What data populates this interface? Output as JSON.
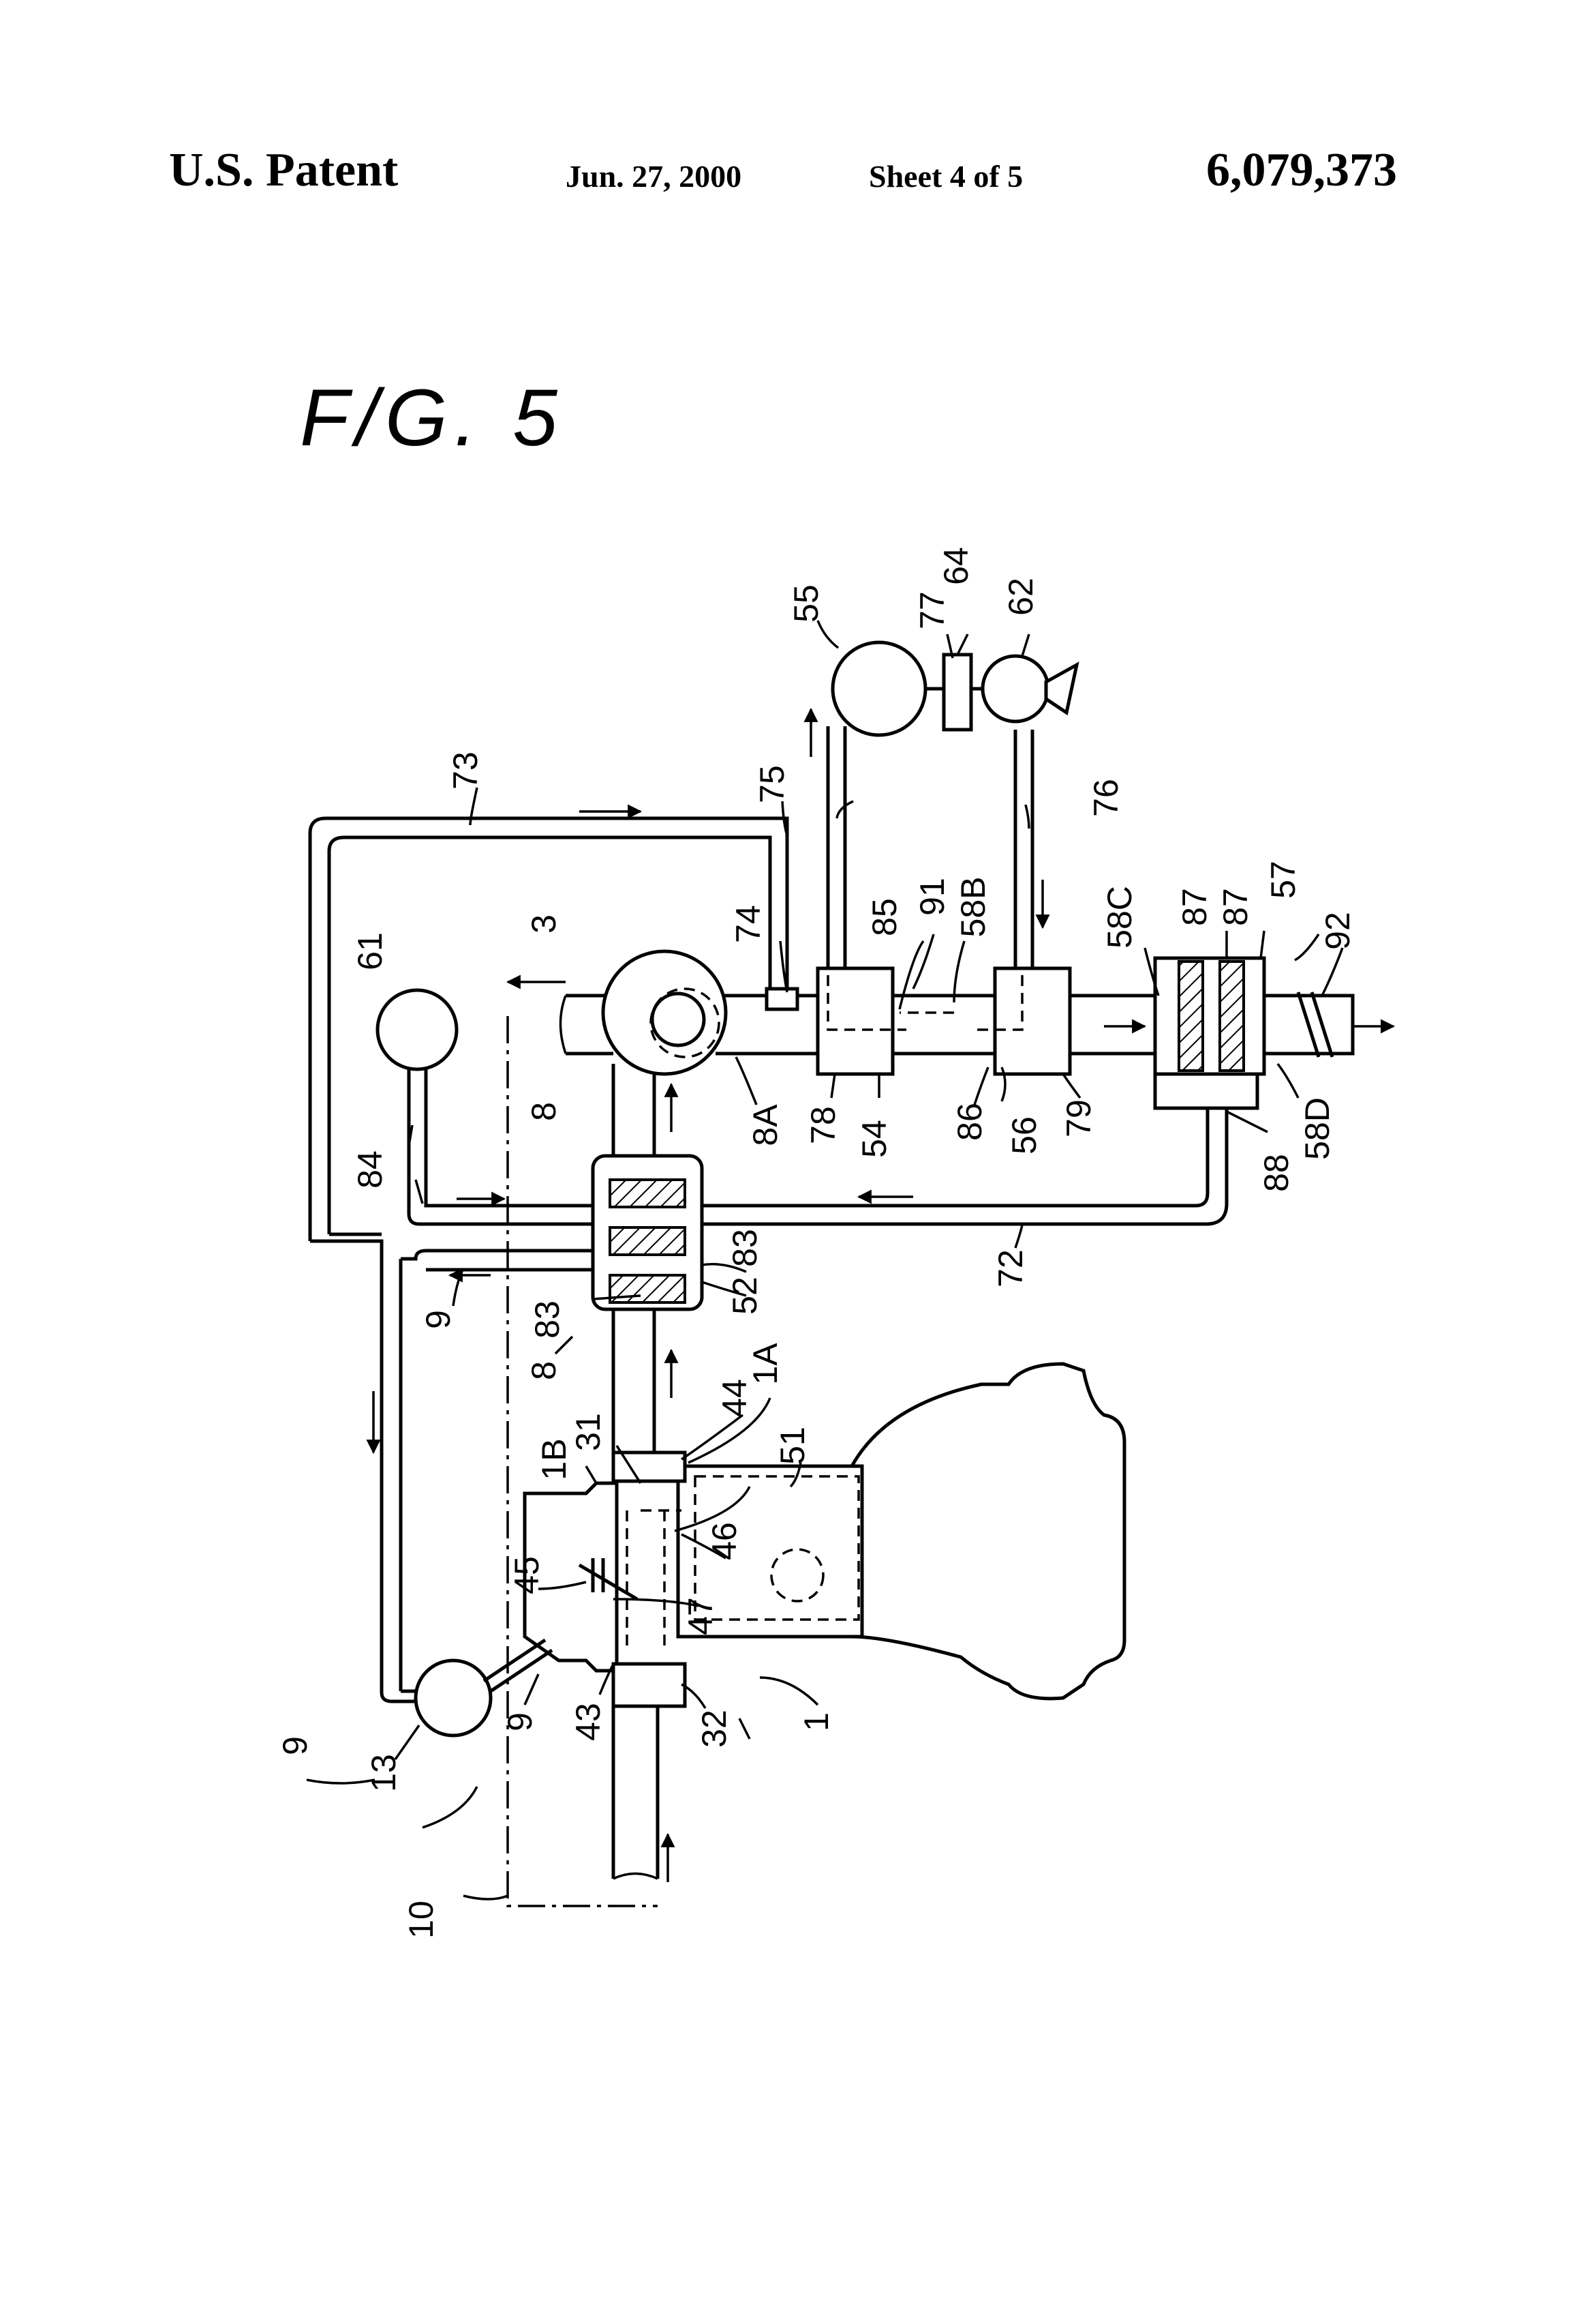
{
  "header": {
    "left": "U.S. Patent",
    "date": "Jun. 27, 2000",
    "sheet": "Sheet 4 of 5",
    "patent_number": "6,079,373"
  },
  "figure": {
    "title": "F/G. 5",
    "labels": {
      "l1": "1",
      "l1A": "1A",
      "l1B": "1B",
      "l3": "3",
      "l8a": "8",
      "l8b": "8",
      "l8A": "8A",
      "l9a": "9",
      "l9b": "9",
      "l9c": "9",
      "l10": "10",
      "l13": "13",
      "l31": "31",
      "l32": "32",
      "l43": "43",
      "l44": "44",
      "l45": "45",
      "l46": "46",
      "l47": "47",
      "l51": "51",
      "l52": "52",
      "l54": "54",
      "l55": "55",
      "l56": "56",
      "l57": "57",
      "l58B": "58B",
      "l58C": "58C",
      "l58D": "58D",
      "l61": "61",
      "l62": "62",
      "l64": "64",
      "l72": "72",
      "l73": "73",
      "l74": "74",
      "l75": "75",
      "l76": "76",
      "l77": "77",
      "l78": "78",
      "l79": "79",
      "l83a": "83",
      "l83b": "83",
      "l84": "84",
      "l85": "85",
      "l86": "86",
      "l87a": "87",
      "l87b": "87",
      "l88": "88",
      "l91": "91",
      "l92": "92"
    }
  }
}
